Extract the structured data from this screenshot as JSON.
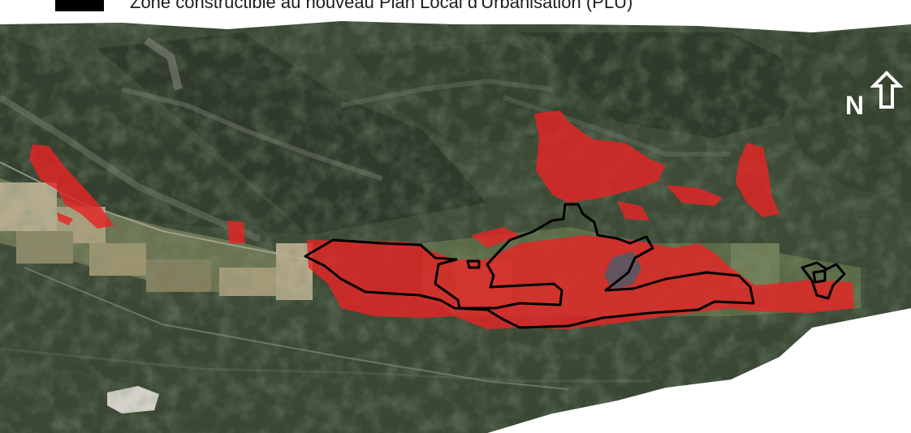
{
  "legend": {
    "plu_zone_label": "Zone constructible au nouveau Plan Local d'Urbanisation (PLU)",
    "plu_zone_color": "#000000"
  },
  "map": {
    "basemap": "satellite-aerial-imagery",
    "previous_buildable_color": "#e52424",
    "plu_outline_color": "#000000"
  },
  "north_indicator": {
    "letter": "N",
    "icon": "north-arrow-icon"
  }
}
